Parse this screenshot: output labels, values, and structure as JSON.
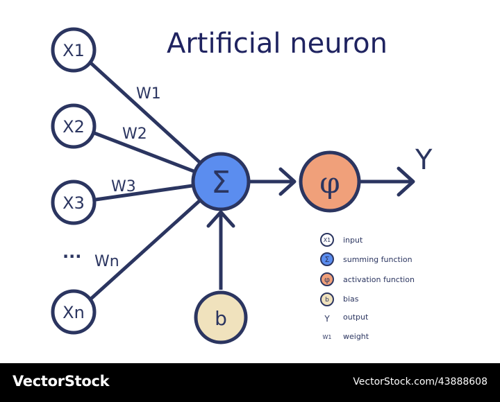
{
  "title": "Artificial neuron",
  "inputs": [
    {
      "label": "X1",
      "weight": "W1"
    },
    {
      "label": "X2",
      "weight": "W2"
    },
    {
      "label": "X3",
      "weight": "W3"
    },
    {
      "label": "Xn",
      "weight": "Wn"
    }
  ],
  "ellipsis": "...",
  "sum_symbol": "Σ",
  "activation_symbol": "φ",
  "bias_label": "b",
  "output_label": "Y",
  "legend": [
    {
      "icon": "X1",
      "label": "input"
    },
    {
      "icon": "Σ",
      "label": "summing function"
    },
    {
      "icon": "φ",
      "label": "activation function"
    },
    {
      "icon": "b",
      "label": "bias"
    },
    {
      "icon": "Y",
      "label": "output"
    },
    {
      "icon": "W1",
      "label": "weight"
    }
  ],
  "footer": {
    "brand": "VectorStock",
    "image_id": "VectorStock.com/43888608"
  },
  "colors": {
    "stroke": "#2b3560",
    "title": "#1f2360",
    "sum_fill": "#5b8def",
    "activation_fill": "#f0a07a",
    "bias_fill": "#f0e2bd",
    "node_fill": "#ffffff",
    "footer_bg": "#000000"
  }
}
